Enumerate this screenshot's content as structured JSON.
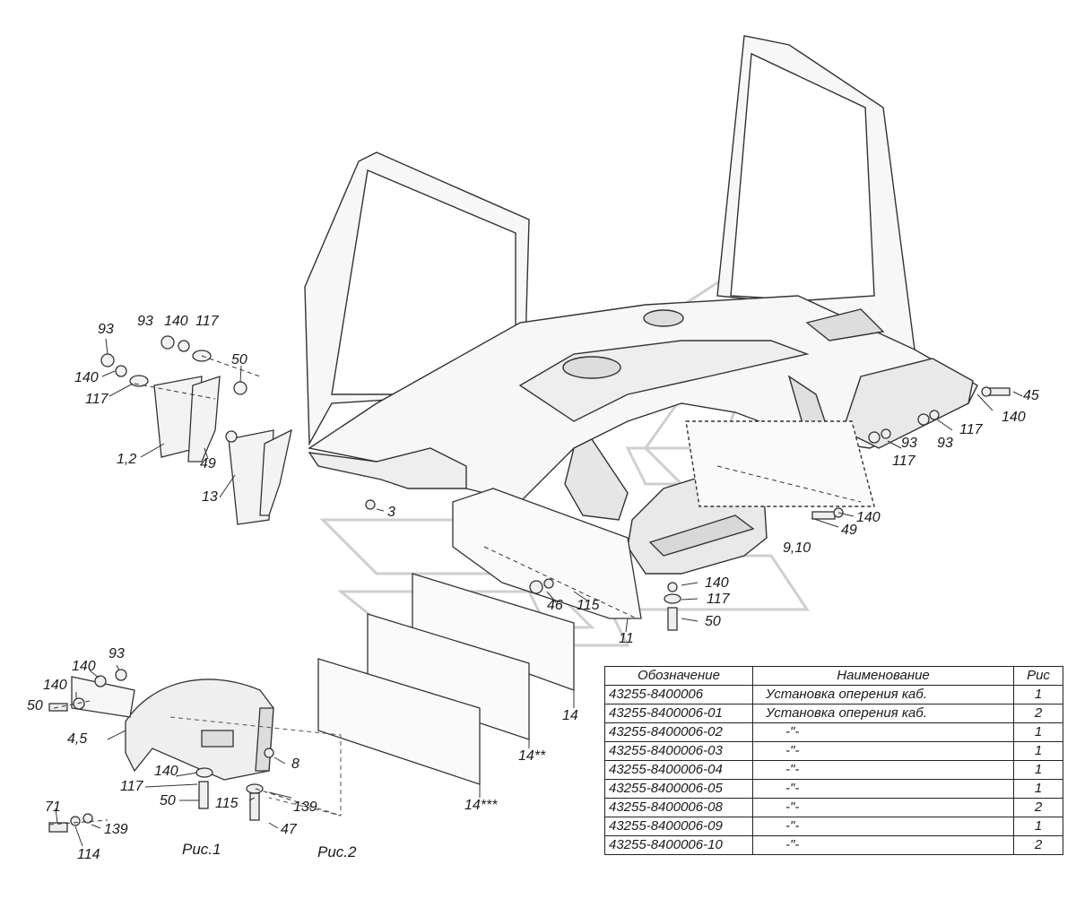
{
  "labels": {
    "l93a": "93",
    "l140a": "140",
    "l117a": "117",
    "l50a": "50",
    "l93b": "93",
    "l140b": "140",
    "l117b": "117",
    "l1_2": "1,2",
    "l49a": "49",
    "l13": "13",
    "l3": "3",
    "l45": "45",
    "l140c": "140",
    "l93c": "93",
    "l117c": "117",
    "l93d": "93",
    "l117d": "117",
    "l140d": "140",
    "l49b": "49",
    "l9_10": "9,10",
    "l140e": "140",
    "l117e": "117",
    "l50b": "50",
    "l46": "46",
    "l115a": "115",
    "l11": "11",
    "l14": "14",
    "l14s2": "14**",
    "l14s3": "14***",
    "l93e": "93",
    "l140f": "140",
    "l140g": "140",
    "l50c": "50",
    "l4_5": "4,5",
    "l8": "8",
    "l140h": "140",
    "l117f": "117",
    "l50d": "50",
    "l115b": "115",
    "l139a": "139",
    "l47": "47",
    "l71": "71",
    "l139b": "139",
    "l114": "114"
  },
  "figures": {
    "fig1": "Рис.1",
    "fig2": "Рис.2"
  },
  "table": {
    "headers": {
      "code": "Обозначение",
      "name": "Наименование",
      "fig": "Рис"
    },
    "rows": [
      {
        "code": "43255-8400006",
        "name": "Установка оперения каб.",
        "fig": "1"
      },
      {
        "code": "43255-8400006-01",
        "name": "Установка оперения каб.",
        "fig": "2"
      },
      {
        "code": "43255-8400006-02",
        "name": "-\"-",
        "fig": "1"
      },
      {
        "code": "43255-8400006-03",
        "name": "-\"-",
        "fig": "1"
      },
      {
        "code": "43255-8400006-04",
        "name": "-\"-",
        "fig": "1"
      },
      {
        "code": "43255-8400006-05",
        "name": "-\"-",
        "fig": "1"
      },
      {
        "code": "43255-8400006-08",
        "name": "-\"-",
        "fig": "2"
      },
      {
        "code": "43255-8400006-09",
        "name": "-\"-",
        "fig": "1"
      },
      {
        "code": "43255-8400006-10",
        "name": "-\"-",
        "fig": "2"
      }
    ]
  }
}
